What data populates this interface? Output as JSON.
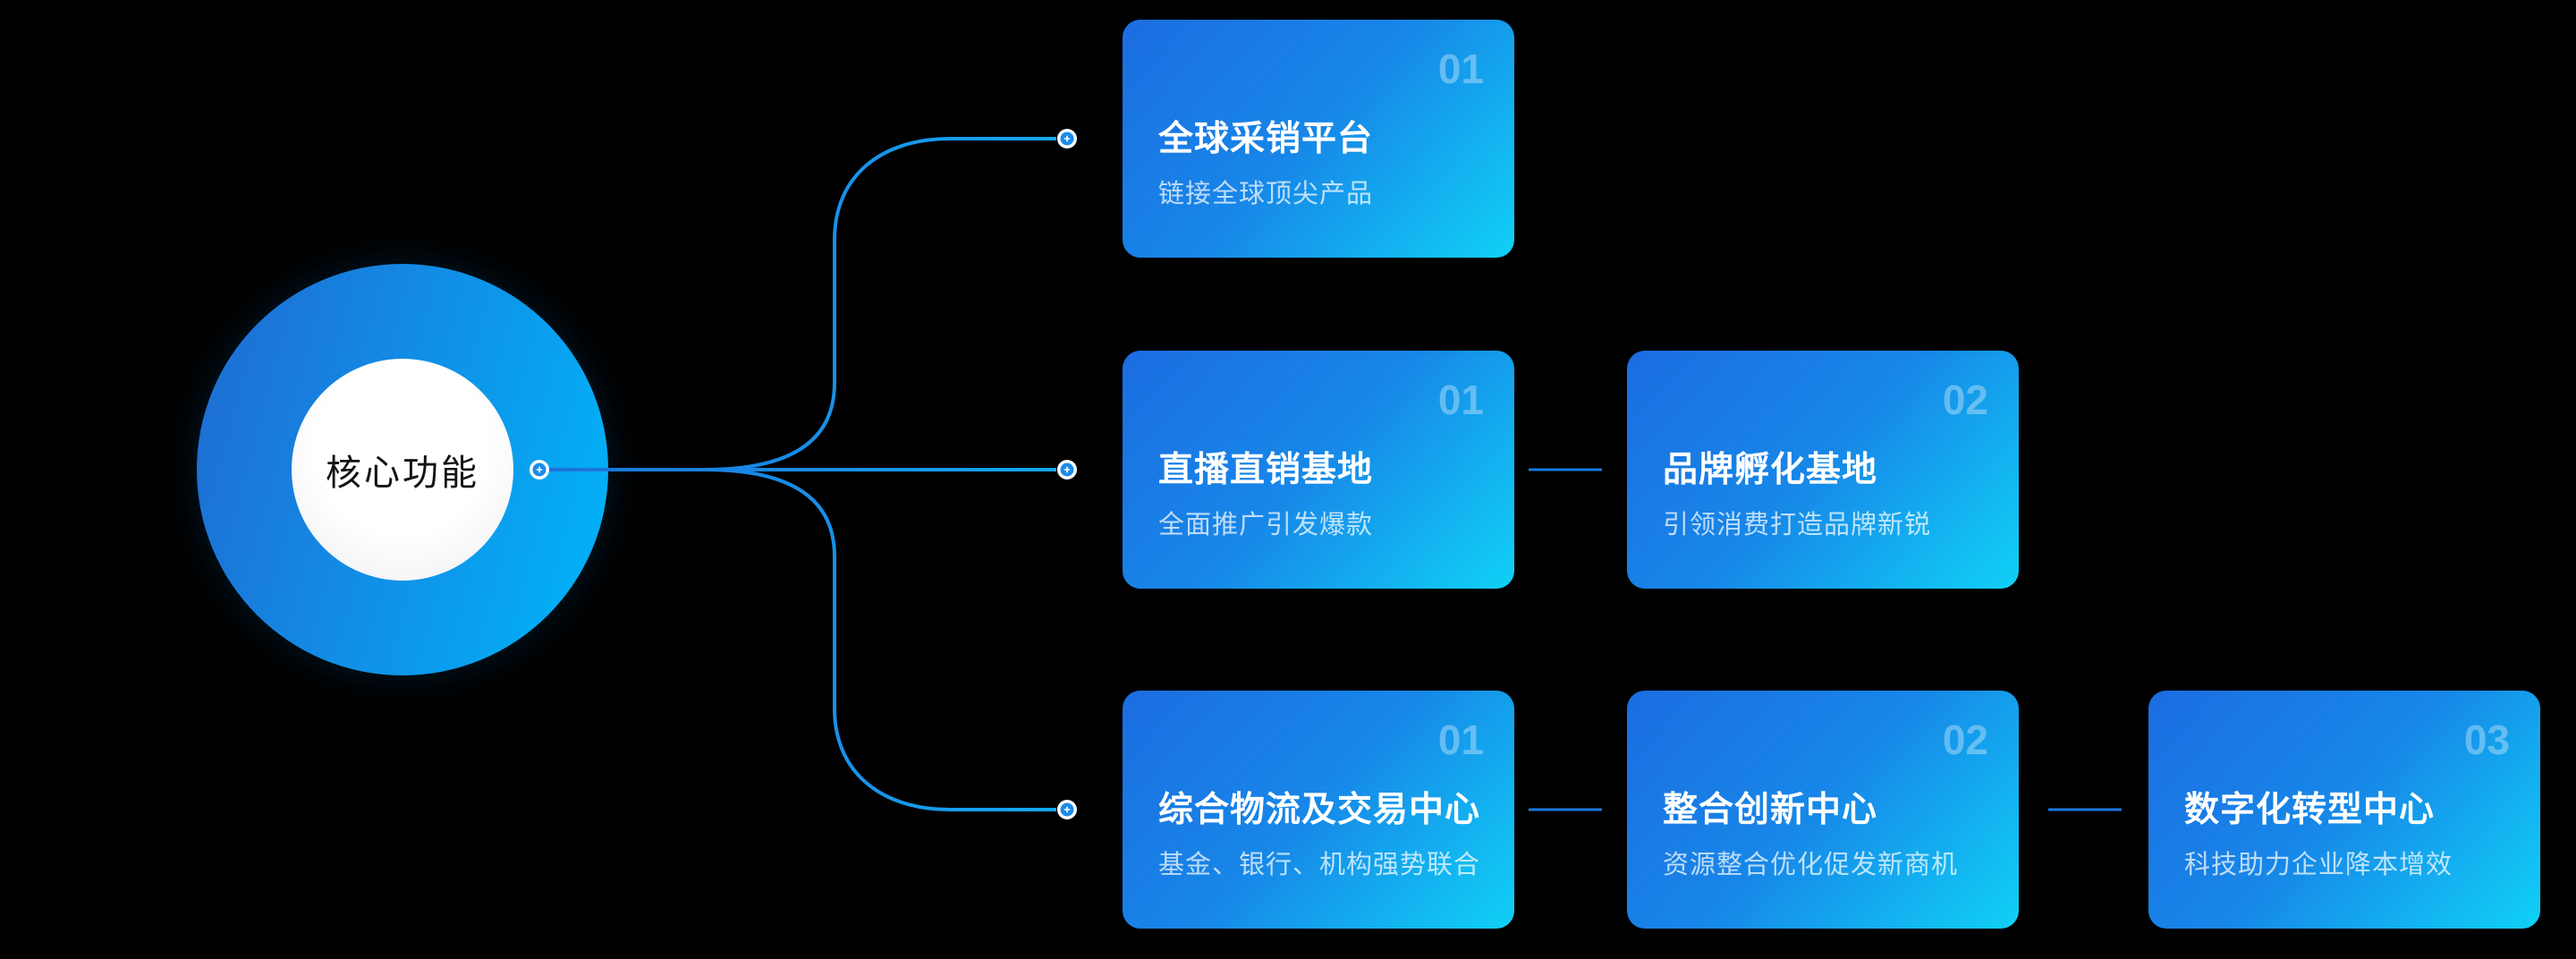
{
  "diagram": {
    "center": {
      "label": "核心功能"
    },
    "cards": [
      {
        "number": "01",
        "title": "全球采销平台",
        "subtitle": "链接全球顶尖产品"
      },
      {
        "number": "01",
        "title": "直播直销基地",
        "subtitle": "全面推广引发爆款"
      },
      {
        "number": "02",
        "title": "品牌孵化基地",
        "subtitle": "引领消费打造品牌新锐"
      },
      {
        "number": "01",
        "title": "综合物流及交易中心",
        "subtitle": "基金、银行、机构强势联合"
      },
      {
        "number": "02",
        "title": "整合创新中心",
        "subtitle": "资源整合优化促发新商机"
      },
      {
        "number": "03",
        "title": "数字化转型中心",
        "subtitle": "科技助力企业降本增效"
      }
    ],
    "colors": {
      "background": "#000000",
      "circle_gradient_start": "#2169d2",
      "circle_gradient_end": "#00b6fa",
      "card_gradient_start": "#1c6de1",
      "card_gradient_end": "#10d1f6",
      "line_start": "#1c6fd8",
      "line_end": "#14aaf4",
      "link_line": "#1979e2"
    }
  }
}
